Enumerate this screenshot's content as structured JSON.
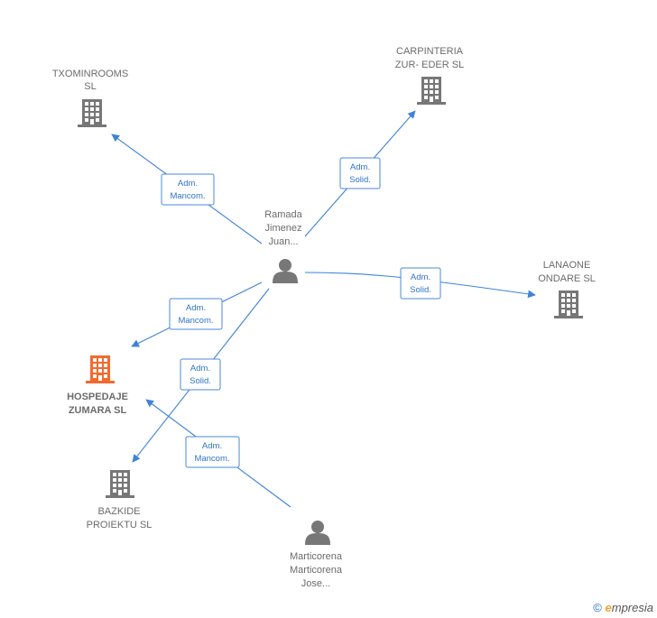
{
  "colors": {
    "company": "#777777",
    "highlight": "#f26a2e",
    "person": "#777777",
    "edge": "#3f83d6"
  },
  "nodes": {
    "txominrooms": {
      "type": "company",
      "label": [
        "TXOMINROOMS",
        "SL"
      ],
      "icon": "building-icon"
    },
    "carpinteria": {
      "type": "company",
      "label": [
        "CARPINTERIA",
        "ZUR- EDER SL"
      ],
      "icon": "building-icon"
    },
    "lanaone": {
      "type": "company",
      "label": [
        "LANAONE",
        "ONDARE  SL"
      ],
      "icon": "building-icon"
    },
    "hospedaje": {
      "type": "company",
      "highlight": true,
      "label": [
        "HOSPEDAJE",
        "ZUMARA  SL"
      ],
      "icon": "building-icon"
    },
    "bazkide": {
      "type": "company",
      "label": [
        "BAZKIDE",
        "PROIEKTU  SL"
      ],
      "icon": "building-icon"
    },
    "ramada": {
      "type": "person",
      "label": [
        "Ramada",
        "Jimenez",
        "Juan..."
      ],
      "icon": "person-icon"
    },
    "marticorena": {
      "type": "person",
      "label": [
        "Marticorena",
        "Marticorena",
        "Jose..."
      ],
      "icon": "person-icon"
    }
  },
  "edges": {
    "ramada_txominrooms": [
      "Adm.",
      "Mancom."
    ],
    "ramada_carpinteria": [
      "Adm.",
      "Solid."
    ],
    "ramada_lanaone": [
      "Adm.",
      "Solid."
    ],
    "ramada_hospedaje": [
      "Adm.",
      "Mancom."
    ],
    "ramada_bazkide": [
      "Adm.",
      "Solid."
    ],
    "marticorena_hospedaje": [
      "Adm.",
      "Mancom."
    ]
  },
  "brand": {
    "copyright": "©",
    "e": "e",
    "rest": "mpresia"
  }
}
